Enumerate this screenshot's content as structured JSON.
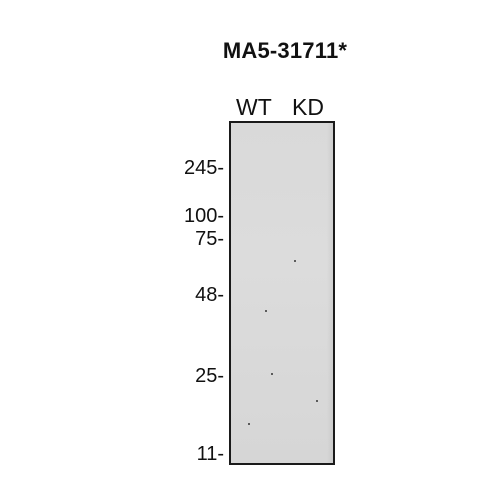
{
  "title": "MA5-31711*",
  "lanes": [
    "WT",
    "KD"
  ],
  "markers": [
    {
      "label": "245-",
      "kda": 245
    },
    {
      "label": "100-",
      "kda": 100
    },
    {
      "label": "75-",
      "kda": 75
    },
    {
      "label": "48-",
      "kda": 48
    },
    {
      "label": "25-",
      "kda": 25
    },
    {
      "label": "11-",
      "kda": 11
    }
  ],
  "colors": {
    "membrane": "#d9d9d9",
    "border": "#1a1a1a",
    "text": "#111111"
  }
}
